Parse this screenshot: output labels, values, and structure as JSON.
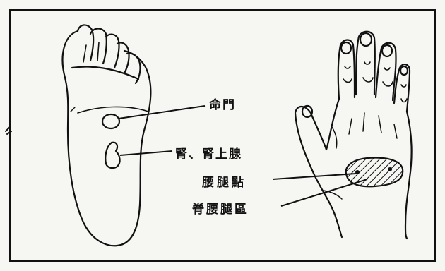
{
  "labels": {
    "mingmen": "命門",
    "kidney_adrenal": "腎、腎上腺",
    "lumbar_leg_point": "腰腿點",
    "spine_lumbar_leg_area": "脊腰腿區"
  },
  "colors": {
    "ink": "#111111",
    "paper": "#f6f6f3"
  }
}
